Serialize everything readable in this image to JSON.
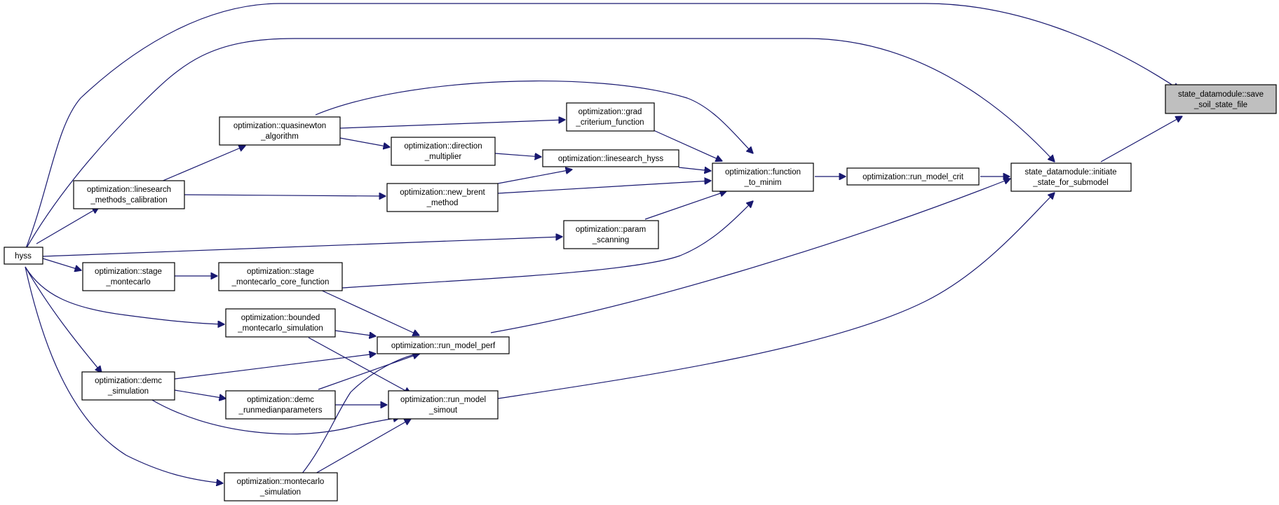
{
  "graph": {
    "edge_color": "#191970",
    "root_fill": "#bfbfbf",
    "node_fill": "#ffffff",
    "nodes": {
      "save": [
        "state_datamodule::save",
        "_soil_state_file"
      ],
      "initiate": [
        "state_datamodule::initiate",
        "_state_for_submodel"
      ],
      "crit": [
        "optimization::run_model_crit"
      ],
      "ftm": [
        "optimization::function",
        "_to_minim"
      ],
      "grad": [
        "optimization::grad",
        "_criterium_function"
      ],
      "quasi": [
        "optimization::quasinewton",
        "_algorithm"
      ],
      "dirmult": [
        "optimization::direction",
        "_multiplier"
      ],
      "lshyss": [
        "optimization::linesearch_hyss"
      ],
      "lsmc": [
        "optimization::linesearch",
        "_methods_calibration"
      ],
      "brent": [
        "optimization::new_brent",
        "_method"
      ],
      "param": [
        "optimization::param",
        "_scanning"
      ],
      "hyss": [
        "hyss"
      ],
      "stagemc": [
        "optimization::stage",
        "_montecarlo"
      ],
      "stagecore": [
        "optimization::stage",
        "_montecarlo_core_function"
      ],
      "bounded": [
        "optimization::bounded",
        "_montecarlo_simulation"
      ],
      "perf": [
        "optimization::run_model_perf"
      ],
      "demc": [
        "optimization::demc",
        "_simulation"
      ],
      "demcmed": [
        "optimization::demc",
        "_runmedianparameters"
      ],
      "simout": [
        "optimization::run_model",
        "_simout"
      ],
      "mcsim": [
        "optimization::montecarlo",
        "_simulation"
      ]
    }
  }
}
